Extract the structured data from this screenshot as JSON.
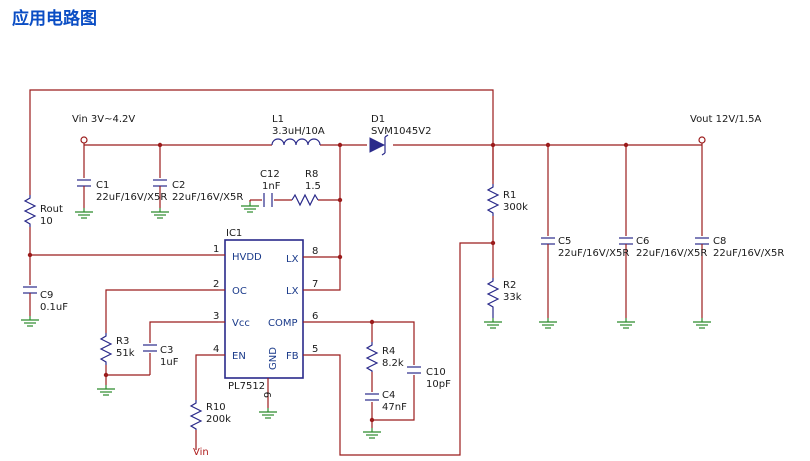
{
  "title": "应用电路图",
  "nets": {
    "vin": "Vin 3V~4.2V",
    "vout": "Vout 12V/1.5A",
    "vin_tag": "Vin"
  },
  "components": {
    "l1": {
      "ref": "L1",
      "value": "3.3uH/10A"
    },
    "d1": {
      "ref": "D1",
      "value": "SVM1045V2"
    },
    "c1": {
      "ref": "C1",
      "value": "22uF/16V/X5R"
    },
    "c2": {
      "ref": "C2",
      "value": "22uF/16V/X5R"
    },
    "c12": {
      "ref": "C12",
      "value": "1nF"
    },
    "r8": {
      "ref": "R8",
      "value": "1.5"
    },
    "rout": {
      "ref": "Rout",
      "value": "10"
    },
    "c9": {
      "ref": "C9",
      "value": "0.1uF"
    },
    "r1": {
      "ref": "R1",
      "value": "300k"
    },
    "r2": {
      "ref": "R2",
      "value": "33k"
    },
    "c5": {
      "ref": "C5",
      "value": "22uF/16V/X5R"
    },
    "c6": {
      "ref": "C6",
      "value": "22uF/16V/X5R"
    },
    "c8": {
      "ref": "C8",
      "value": "22uF/16V/X5R"
    },
    "r3": {
      "ref": "R3",
      "value": "51k"
    },
    "c3": {
      "ref": "C3",
      "value": "1uF"
    },
    "r4": {
      "ref": "R4",
      "value": "8.2k"
    },
    "c4": {
      "ref": "C4",
      "value": "47nF"
    },
    "c10": {
      "ref": "C10",
      "value": "10pF"
    },
    "r10": {
      "ref": "R10",
      "value": "200k"
    }
  },
  "ic": {
    "ref": "IC1",
    "part": "PL7512",
    "pins": [
      {
        "num": "1",
        "name": "HVDD"
      },
      {
        "num": "2",
        "name": "OC"
      },
      {
        "num": "3",
        "name": "Vcc"
      },
      {
        "num": "4",
        "name": "EN"
      },
      {
        "num": "8",
        "name": "LX"
      },
      {
        "num": "7",
        "name": "LX"
      },
      {
        "num": "6",
        "name": "COMP"
      },
      {
        "num": "5",
        "name": "FB"
      },
      {
        "num": "9",
        "name": "GND"
      }
    ]
  },
  "colors": {
    "title": "#0a4dc4",
    "wire": "#9b1c1c",
    "component": "#2a2a8a",
    "ground": "#2a8a2a"
  }
}
